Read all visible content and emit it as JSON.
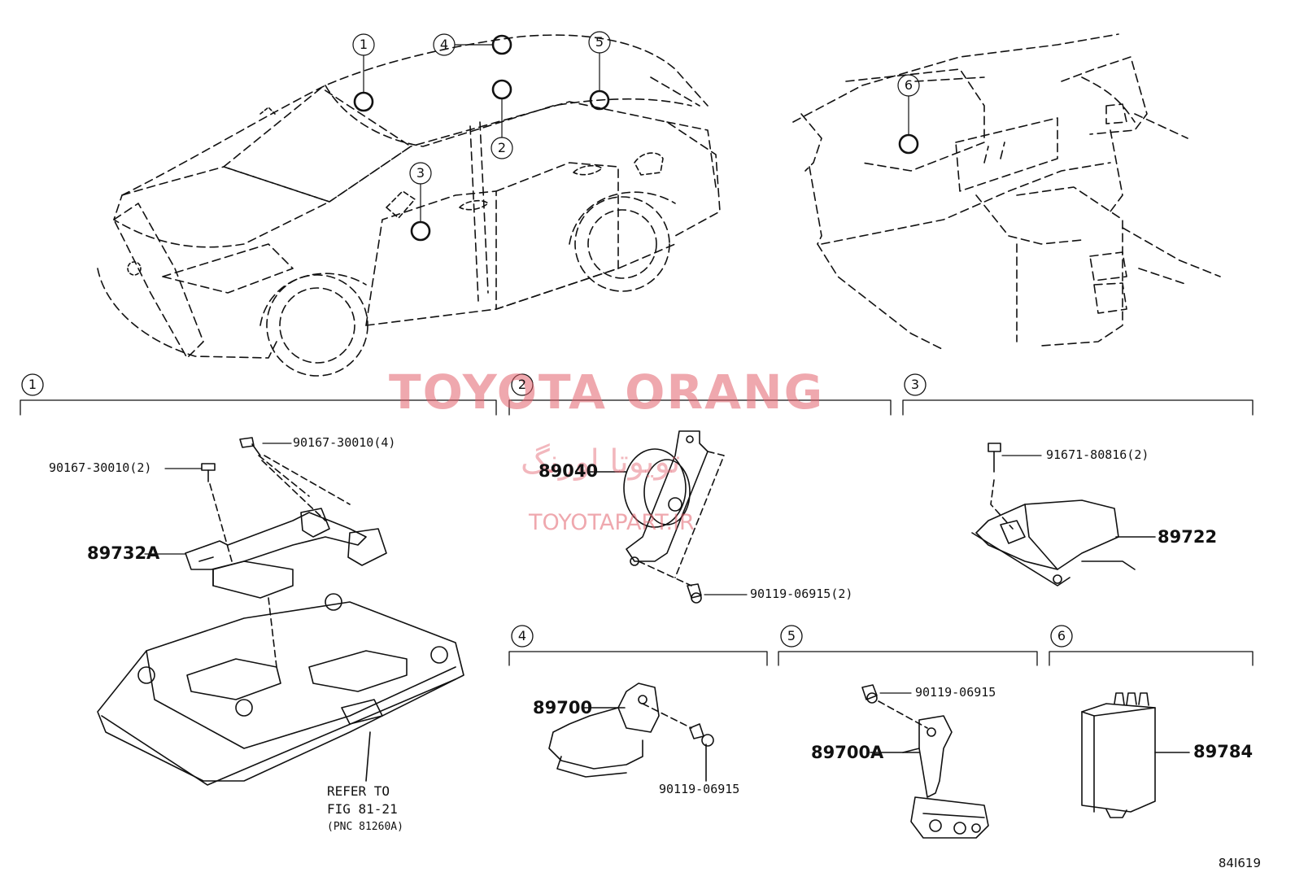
{
  "diagram": {
    "callouts": [
      "1",
      "2",
      "3",
      "4",
      "5",
      "6"
    ],
    "sections": [
      {
        "index": "1",
        "parts": [
          "90167-30010(4)",
          "90167-30010(2)",
          "89732A"
        ],
        "note": {
          "line1": "REFER TO",
          "line2": "FIG 81-21",
          "line3": "(PNC 81260A)"
        }
      },
      {
        "index": "2",
        "parts": [
          "89040",
          "90119-06915(2)"
        ]
      },
      {
        "index": "3",
        "parts": [
          "91671-80816(2)",
          "89722"
        ]
      },
      {
        "index": "4",
        "parts": [
          "89700",
          "90119-06915"
        ]
      },
      {
        "index": "5",
        "parts": [
          "90119-06915",
          "89700A"
        ]
      },
      {
        "index": "6",
        "parts": [
          "89784"
        ]
      }
    ],
    "illustration_code": "84I619"
  },
  "watermark": {
    "title": "TOYOTA ORANG",
    "arabic": "تویوتا اورنگ",
    "url": "TOYOTAPART.IR"
  },
  "colors": {
    "line": "#111111",
    "watermark": "#e2606c"
  }
}
